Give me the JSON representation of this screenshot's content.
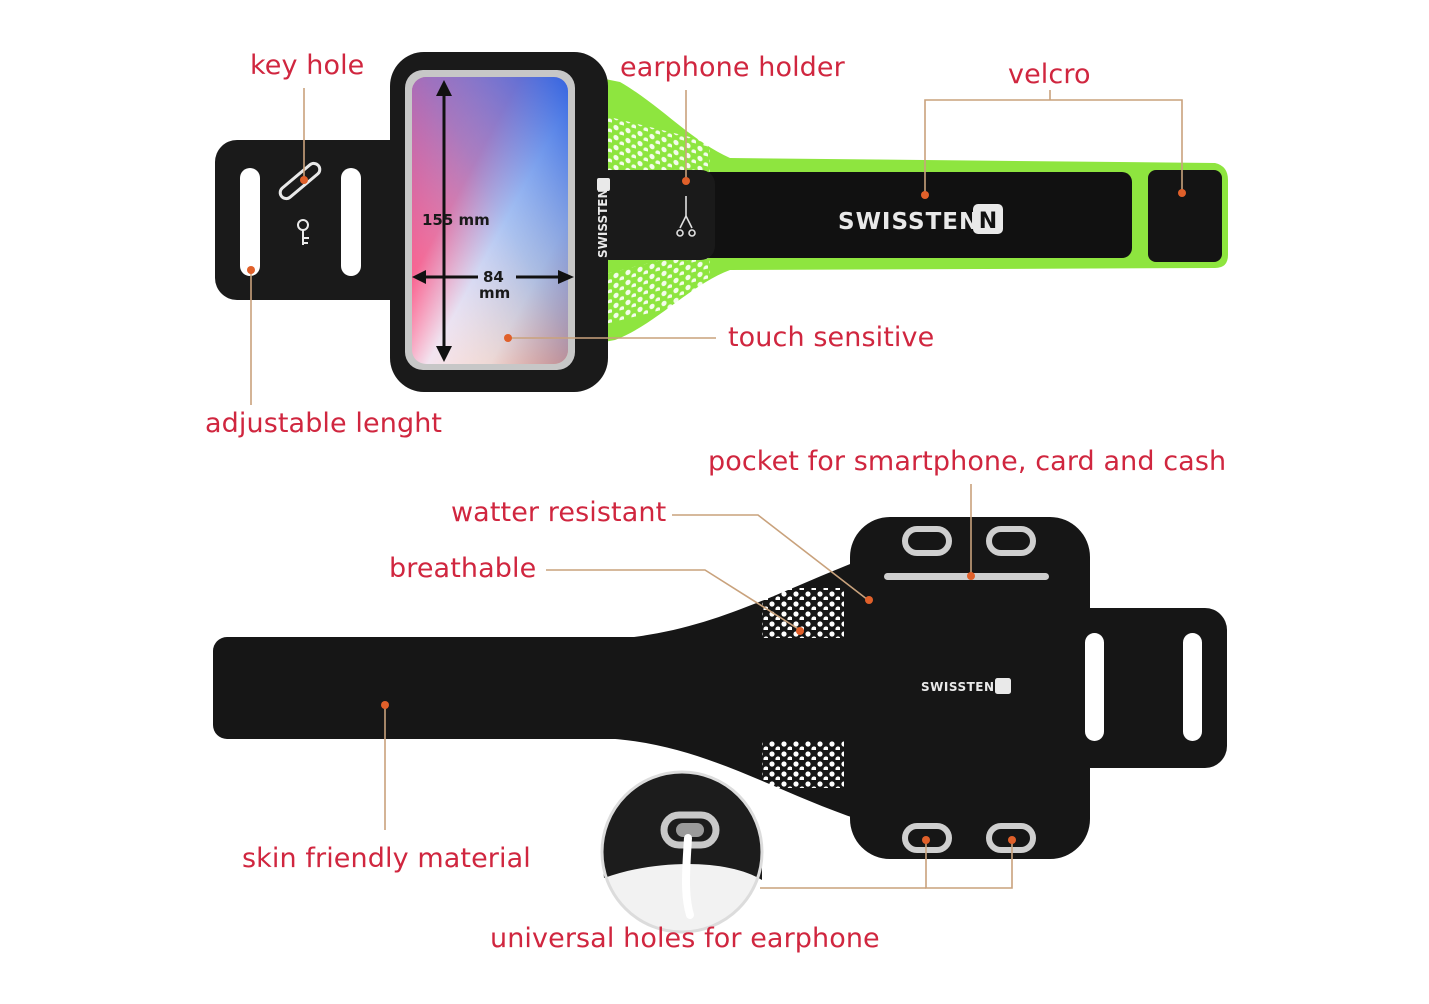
{
  "labels": {
    "key_hole": "key hole",
    "earphone_holder": "earphone holder",
    "velcro": "velcro",
    "touch_sensitive": "touch sensitive",
    "adjustable_length": "adjustable lenght",
    "pocket": "pocket for smartphone, card and cash",
    "water_resistant": "watter resistant",
    "breathable": "breathable",
    "skin_friendly": "skin friendly material",
    "universal_holes": "universal holes for earphone"
  },
  "brand": {
    "name": "SWISSTEN",
    "logo_letter": "N"
  },
  "dimensions": {
    "height": "155 mm",
    "width_value": "84",
    "width_unit": "mm"
  },
  "colors": {
    "label_text": "#d0263f",
    "leader_line": "#c9a27c",
    "leader_dot": "#e0602a",
    "band_body": "#161616",
    "accent_green": "#8ee53f"
  }
}
